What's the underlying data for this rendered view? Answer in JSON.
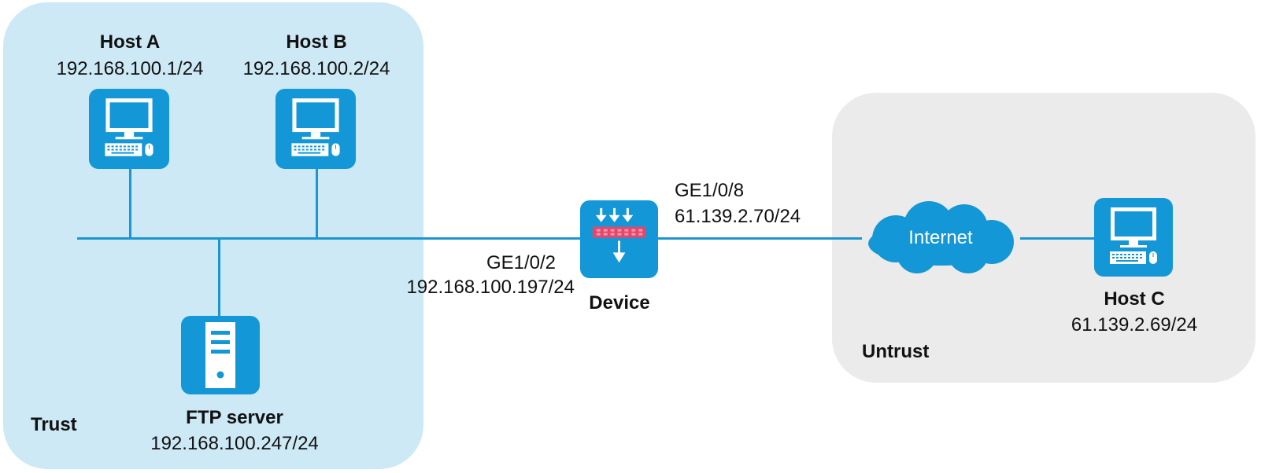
{
  "zones": {
    "trust": "Trust",
    "untrust": "Untrust"
  },
  "nodes": {
    "host_a": {
      "name": "Host A",
      "ip": "192.168.100.1/24",
      "icon": "computer-icon"
    },
    "host_b": {
      "name": "Host B",
      "ip": "192.168.100.2/24",
      "icon": "computer-icon"
    },
    "ftp_server": {
      "name": "FTP server",
      "ip": "192.168.100.247/24",
      "icon": "server-icon"
    },
    "device": {
      "name": "Device",
      "icon": "firewall-icon"
    },
    "internet": {
      "name": "Internet",
      "icon": "cloud-icon"
    },
    "host_c": {
      "name": "Host C",
      "ip": "61.139.2.69/24",
      "icon": "computer-icon"
    }
  },
  "interfaces": {
    "trust_side": {
      "name": "GE1/0/2",
      "ip": "192.168.100.197/24"
    },
    "untrust_side": {
      "name": "GE1/0/8",
      "ip": "61.139.2.70/24"
    }
  },
  "colors": {
    "trust_zone": "#cde9f5",
    "untrust_zone": "#ebebeb",
    "device_blue": "#1497d6",
    "link": "#1d96cf",
    "firewall_bar": "#e8456b"
  }
}
